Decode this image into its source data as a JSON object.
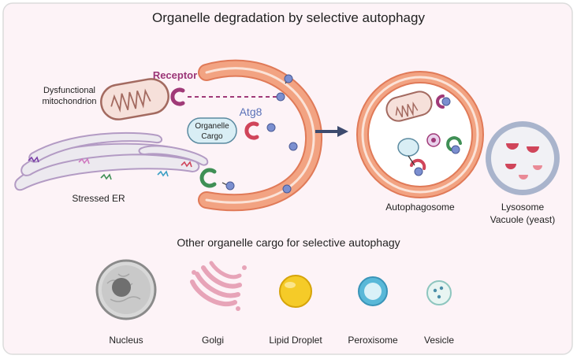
{
  "title": "Organelle degradation by selective autophagy",
  "labels": {
    "dysfunctional_mitochondrion_line1": "Dysfunctional",
    "dysfunctional_mitochondrion_line2": "mitochondrion",
    "receptor": "Receptor",
    "atg8": "Atg8",
    "organelle_cargo_line1": "Organelle",
    "organelle_cargo_line2": "Cargo",
    "stressed_er": "Stressed ER",
    "autophagosome": "Autophagosome",
    "lysosome_line1": "Lysosome",
    "lysosome_line2": "Vacuole (yeast)"
  },
  "subtitle": "Other organelle cargo for selective autophagy",
  "other_cargo": [
    "Nucleus",
    "Golgi",
    "Lipid Droplet",
    "Peroxisome",
    "Vesicle"
  ],
  "colors": {
    "panel_bg": "#fdf3f7",
    "panel_border": "#dcdcdc",
    "phagophore": "#f2a382",
    "phagophore_edge": "#e07a58",
    "receptor": "#a03a78",
    "receptor_text": "#9b3577",
    "atg8": "#7b8fd0",
    "atg8_text": "#5a72b8",
    "mito_fill": "#f6e0da",
    "mito_edge": "#a36a60",
    "er_fill": "#ece9ef",
    "er_edge": "#b39bc4",
    "cargo_fill": "#d9eef5",
    "cargo_edge": "#5b8aa0",
    "lysosome_ring": "#a9b4cc",
    "lysosome_fill": "#f1f1f5",
    "enzyme": "#d0455a",
    "green_receptor": "#3f8f55",
    "arrow": "#3c4a6e"
  }
}
